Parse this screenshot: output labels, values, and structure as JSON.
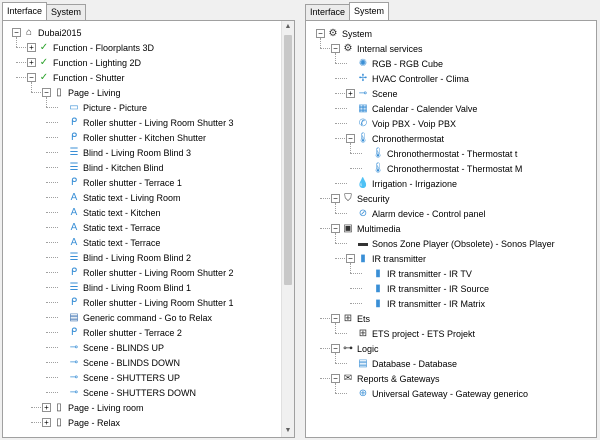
{
  "left": {
    "tabs": [
      {
        "label": "Interface",
        "active": true
      },
      {
        "label": "System",
        "active": false
      }
    ],
    "items": [
      {
        "label": "Dubai2015",
        "indent": 0,
        "icon": "home-icon",
        "exp": "-"
      },
      {
        "label": "Function - Floorplants 3D",
        "indent": 1,
        "icon": "check-icon",
        "exp": "+"
      },
      {
        "label": "Function - Lighting 2D",
        "indent": 1,
        "icon": "check-icon",
        "exp": "+"
      },
      {
        "label": "Function - Shutter",
        "indent": 1,
        "icon": "check-icon",
        "exp": "-"
      },
      {
        "label": "Page - Living",
        "indent": 2,
        "icon": "page-icon",
        "exp": "-"
      },
      {
        "label": "Picture - Picture",
        "indent": 3,
        "icon": "picture-icon"
      },
      {
        "label": "Roller shutter - Living Room Shutter 3",
        "indent": 3,
        "icon": "roller-shutter-icon"
      },
      {
        "label": "Roller shutter - Kitchen Shutter",
        "indent": 3,
        "icon": "roller-shutter-icon"
      },
      {
        "label": "Blind - Living Room Blind 3",
        "indent": 3,
        "icon": "blind-icon"
      },
      {
        "label": "Blind - Kitchen Blind",
        "indent": 3,
        "icon": "blind-icon"
      },
      {
        "label": "Roller shutter - Terrace 1",
        "indent": 3,
        "icon": "roller-shutter-icon"
      },
      {
        "label": "Static text - Living Room",
        "indent": 3,
        "icon": "text-icon"
      },
      {
        "label": "Static text - Kitchen",
        "indent": 3,
        "icon": "text-icon"
      },
      {
        "label": "Static text - Terrace",
        "indent": 3,
        "icon": "text-icon"
      },
      {
        "label": "Static text - Terrace",
        "indent": 3,
        "icon": "text-icon"
      },
      {
        "label": "Blind - Living Room Blind 2",
        "indent": 3,
        "icon": "blind-icon"
      },
      {
        "label": "Roller shutter - Living Room Shutter 2",
        "indent": 3,
        "icon": "roller-shutter-icon"
      },
      {
        "label": "Blind - Living Room Blind 1",
        "indent": 3,
        "icon": "blind-icon"
      },
      {
        "label": "Roller shutter - Living Room Shutter 1",
        "indent": 3,
        "icon": "roller-shutter-icon"
      },
      {
        "label": "Generic command - Go to Relax",
        "indent": 3,
        "icon": "command-icon"
      },
      {
        "label": "Roller shutter - Terrace 2",
        "indent": 3,
        "icon": "roller-shutter-icon"
      },
      {
        "label": "Scene - BLINDS UP",
        "indent": 3,
        "icon": "scene-icon"
      },
      {
        "label": "Scene - BLINDS DOWN",
        "indent": 3,
        "icon": "scene-icon"
      },
      {
        "label": "Scene - SHUTTERS UP",
        "indent": 3,
        "icon": "scene-icon"
      },
      {
        "label": "Scene - SHUTTERS DOWN",
        "indent": 3,
        "icon": "scene-icon"
      },
      {
        "label": "Page - Living room",
        "indent": 2,
        "icon": "page-icon",
        "exp": "+"
      },
      {
        "label": "Page - Relax",
        "indent": 2,
        "icon": "page-icon",
        "exp": "+"
      }
    ]
  },
  "right": {
    "tabs": [
      {
        "label": "Interface",
        "active": false
      },
      {
        "label": "System",
        "active": true
      }
    ],
    "items": [
      {
        "label": "System",
        "indent": 0,
        "icon": "system-gears-icon",
        "exp": "-"
      },
      {
        "label": "Internal services",
        "indent": 1,
        "icon": "gear-icon",
        "exp": "-"
      },
      {
        "label": "RGB - RGB Cube",
        "indent": 2,
        "icon": "rgb-icon"
      },
      {
        "label": "HVAC Controller - Clima",
        "indent": 2,
        "icon": "fan-icon"
      },
      {
        "label": "Scene",
        "indent": 2,
        "icon": "scene-icon",
        "exp": "+"
      },
      {
        "label": "Calendar - Calender Valve",
        "indent": 2,
        "icon": "calendar-icon"
      },
      {
        "label": "Voip PBX - Voip PBX",
        "indent": 2,
        "icon": "phone-icon"
      },
      {
        "label": "Chronothermostat",
        "indent": 2,
        "icon": "thermometer-icon",
        "exp": "-"
      },
      {
        "label": "Chronothermostat - Thermostat t",
        "indent": 3,
        "icon": "thermometer-icon"
      },
      {
        "label": "Chronothermostat - Thermostat M",
        "indent": 3,
        "icon": "thermometer-icon"
      },
      {
        "label": "Irrigation - Irrigazione",
        "indent": 2,
        "icon": "irrigation-icon"
      },
      {
        "label": "Security",
        "indent": 1,
        "icon": "shield-icon",
        "exp": "-"
      },
      {
        "label": "Alarm device - Control panel",
        "indent": 2,
        "icon": "alarm-icon"
      },
      {
        "label": "Multimedia",
        "indent": 1,
        "icon": "multimedia-icon",
        "exp": "-"
      },
      {
        "label": "Sonos Zone Player (Obsolete) - Sonos Player",
        "indent": 2,
        "icon": "sonos-icon"
      },
      {
        "label": "IR transmitter",
        "indent": 2,
        "icon": "remote-icon",
        "exp": "-"
      },
      {
        "label": "IR transmitter - IR TV",
        "indent": 3,
        "icon": "remote-icon"
      },
      {
        "label": "IR transmitter - IR Source",
        "indent": 3,
        "icon": "remote-icon"
      },
      {
        "label": "IR transmitter - IR Matrix",
        "indent": 3,
        "icon": "remote-icon"
      },
      {
        "label": "Ets",
        "indent": 1,
        "icon": "ets-icon",
        "exp": "-"
      },
      {
        "label": "ETS project - ETS Projekt",
        "indent": 2,
        "icon": "ets-icon"
      },
      {
        "label": "Logic",
        "indent": 1,
        "icon": "logic-icon",
        "exp": "-"
      },
      {
        "label": "Database - Database",
        "indent": 2,
        "icon": "database-icon"
      },
      {
        "label": "Reports & Gateways",
        "indent": 1,
        "icon": "reports-icon",
        "exp": "-"
      },
      {
        "label": "Universal Gateway - Gateway generico",
        "indent": 2,
        "icon": "globe-icon"
      }
    ]
  },
  "colors": {
    "accent": "#3a8fd6",
    "check": "#2aa12a",
    "tree_line": "#a0a0a0"
  }
}
